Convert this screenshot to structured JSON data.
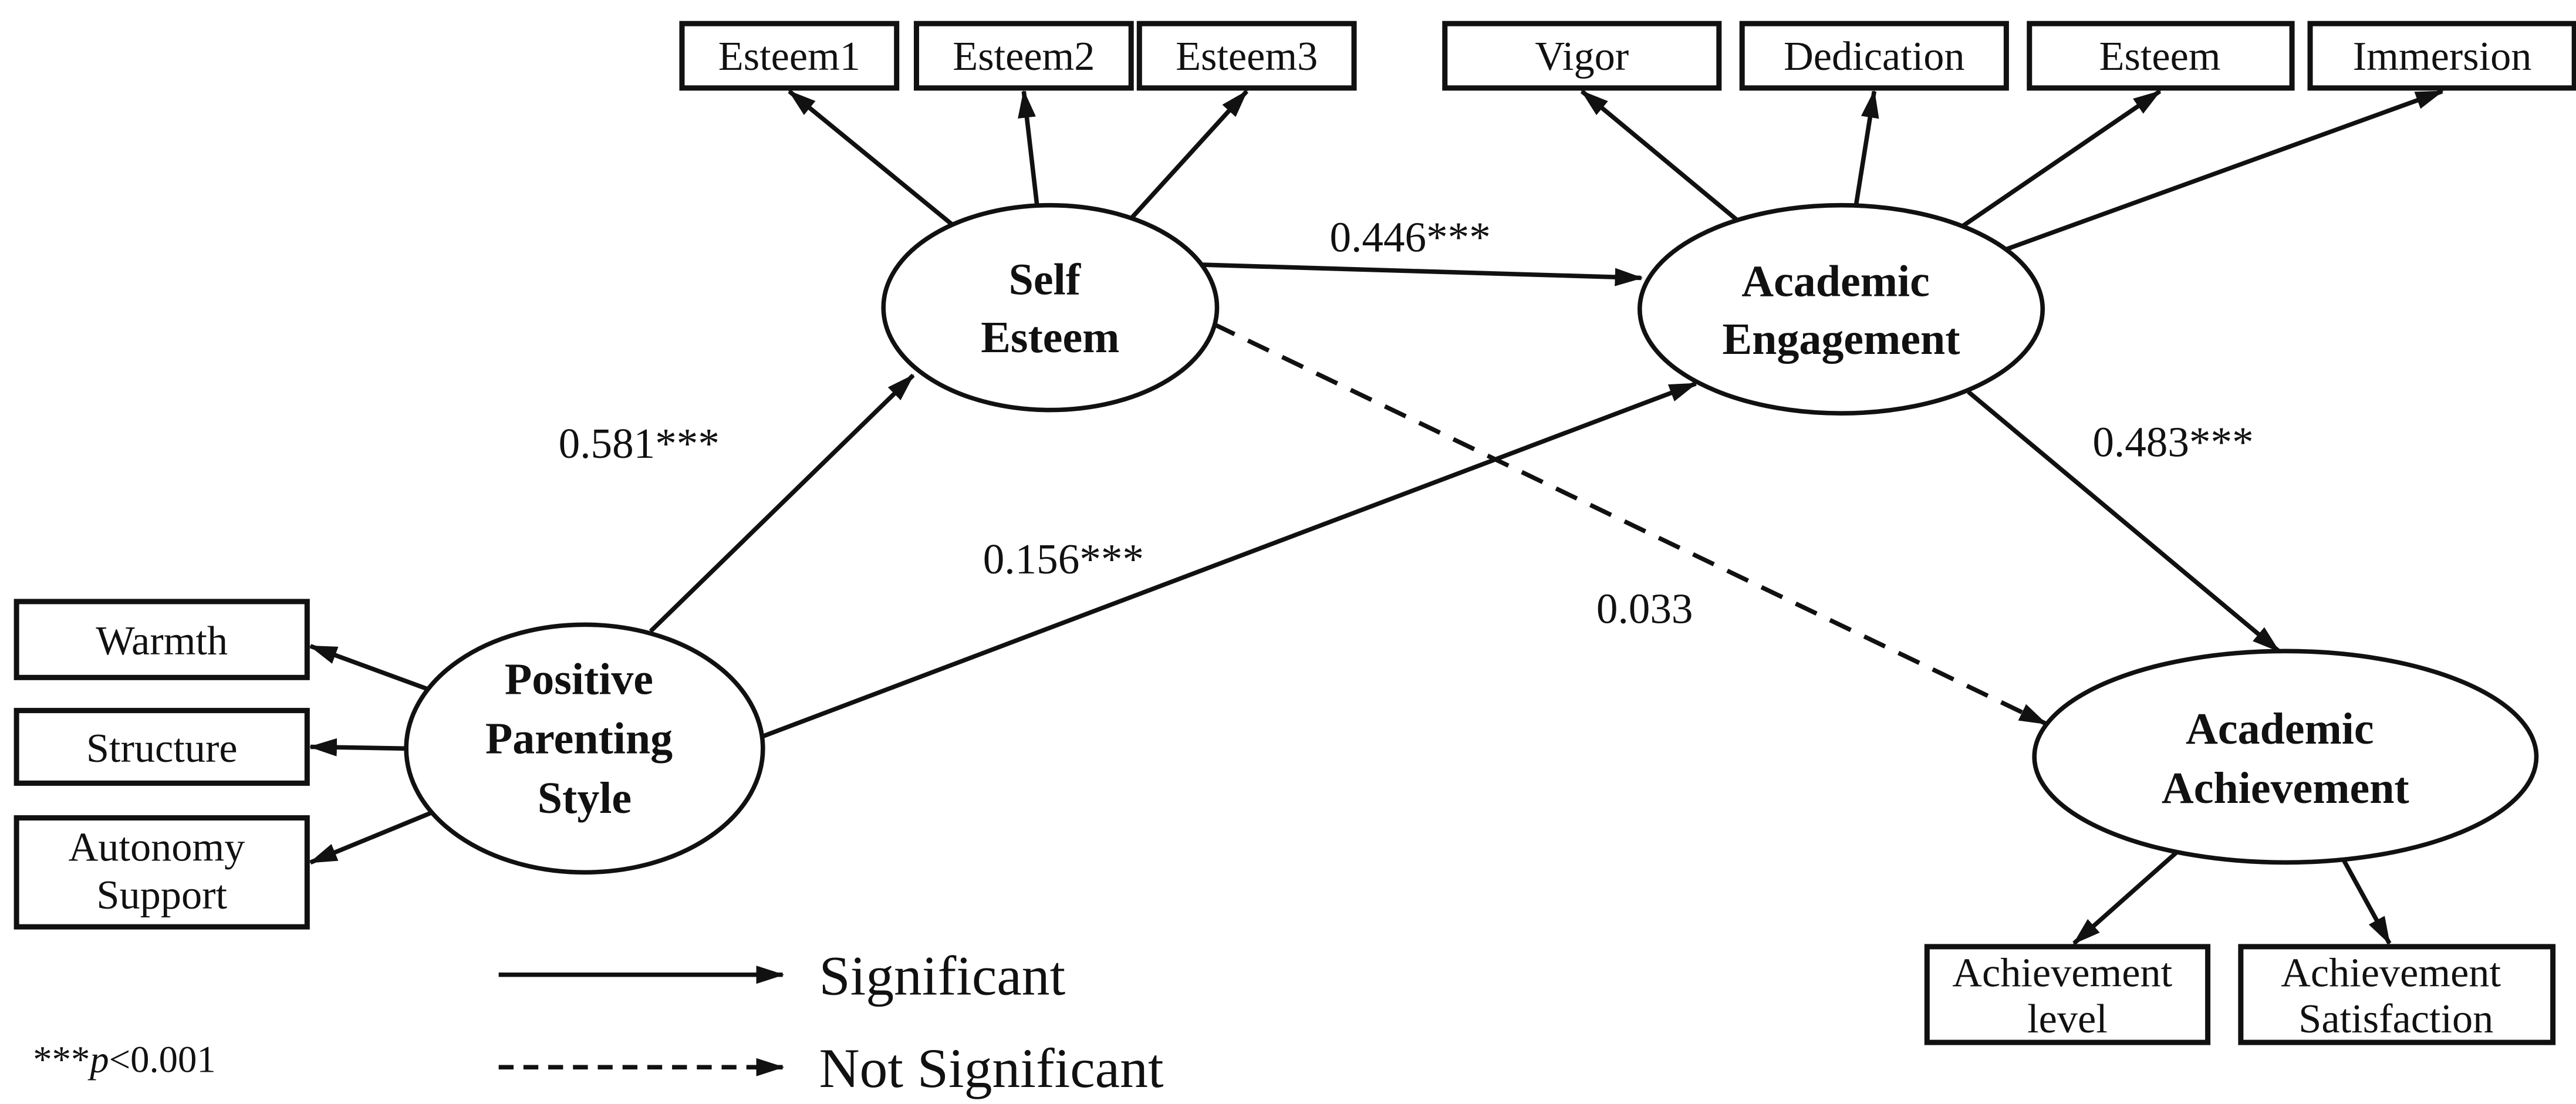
{
  "figure": {
    "type": "sem-path-diagram",
    "colors": {
      "background": "#ffffff",
      "ink": "#111111"
    },
    "latent_variables": [
      {
        "id": "positive_parenting_style",
        "label": "Positive Parenting Style",
        "lines": [
          "Positive",
          "Parenting",
          "Style"
        ]
      },
      {
        "id": "self_esteem",
        "label": "Self Esteem",
        "lines": [
          "Self",
          "Esteem"
        ]
      },
      {
        "id": "academic_engagement",
        "label": "Academic Engagement",
        "lines": [
          "Academic",
          "Engagement"
        ]
      },
      {
        "id": "academic_achievement",
        "label": "Academic Achievement",
        "lines": [
          "Academic",
          "Achievement"
        ]
      }
    ],
    "observed_variables": [
      {
        "id": "esteem1",
        "label": "Esteem1",
        "lines": [
          "Esteem1"
        ],
        "loads_on": "self_esteem"
      },
      {
        "id": "esteem2",
        "label": "Esteem2",
        "lines": [
          "Esteem2"
        ],
        "loads_on": "self_esteem"
      },
      {
        "id": "esteem3",
        "label": "Esteem3",
        "lines": [
          "Esteem3"
        ],
        "loads_on": "self_esteem"
      },
      {
        "id": "vigor",
        "label": "Vigor",
        "lines": [
          "Vigor"
        ],
        "loads_on": "academic_engagement"
      },
      {
        "id": "dedication",
        "label": "Dedication",
        "lines": [
          "Dedication"
        ],
        "loads_on": "academic_engagement"
      },
      {
        "id": "esteem",
        "label": "Esteem",
        "lines": [
          "Esteem"
        ],
        "loads_on": "academic_engagement"
      },
      {
        "id": "immersion",
        "label": "Immersion",
        "lines": [
          "Immersion"
        ],
        "loads_on": "academic_engagement"
      },
      {
        "id": "warmth",
        "label": "Warmth",
        "lines": [
          "Warmth"
        ],
        "loads_on": "positive_parenting_style"
      },
      {
        "id": "structure",
        "label": "Structure",
        "lines": [
          "Structure"
        ],
        "loads_on": "positive_parenting_style"
      },
      {
        "id": "autonomy_support",
        "label": "Autonomy Support",
        "lines": [
          "Autonomy",
          "Support"
        ],
        "loads_on": "positive_parenting_style"
      },
      {
        "id": "achievement_level",
        "label": "Achievement level",
        "lines": [
          "Achievement",
          "level"
        ],
        "loads_on": "academic_achievement"
      },
      {
        "id": "achievement_satisfaction",
        "label": "Achievement Satisfaction",
        "lines": [
          "Achievement",
          "Satisfaction"
        ],
        "loads_on": "academic_achievement"
      }
    ],
    "paths": [
      {
        "from": "positive_parenting_style",
        "to": "self_esteem",
        "coefficient": "0.581***",
        "significant": true
      },
      {
        "from": "self_esteem",
        "to": "academic_engagement",
        "coefficient": "0.446***",
        "significant": true
      },
      {
        "from": "positive_parenting_style",
        "to": "academic_engagement",
        "coefficient": "0.156***",
        "significant": true
      },
      {
        "from": "self_esteem",
        "to": "academic_achievement",
        "coefficient": "0.033",
        "significant": false
      },
      {
        "from": "academic_engagement",
        "to": "academic_achievement",
        "coefficient": "0.483***",
        "significant": true
      }
    ],
    "legend": [
      {
        "style": "solid",
        "label": "Significant"
      },
      {
        "style": "dashed",
        "label": "Not Significant"
      }
    ],
    "footnote": {
      "stars": "***",
      "p": "p",
      "condition": "<0.001",
      "full": "***p<0.001"
    }
  }
}
